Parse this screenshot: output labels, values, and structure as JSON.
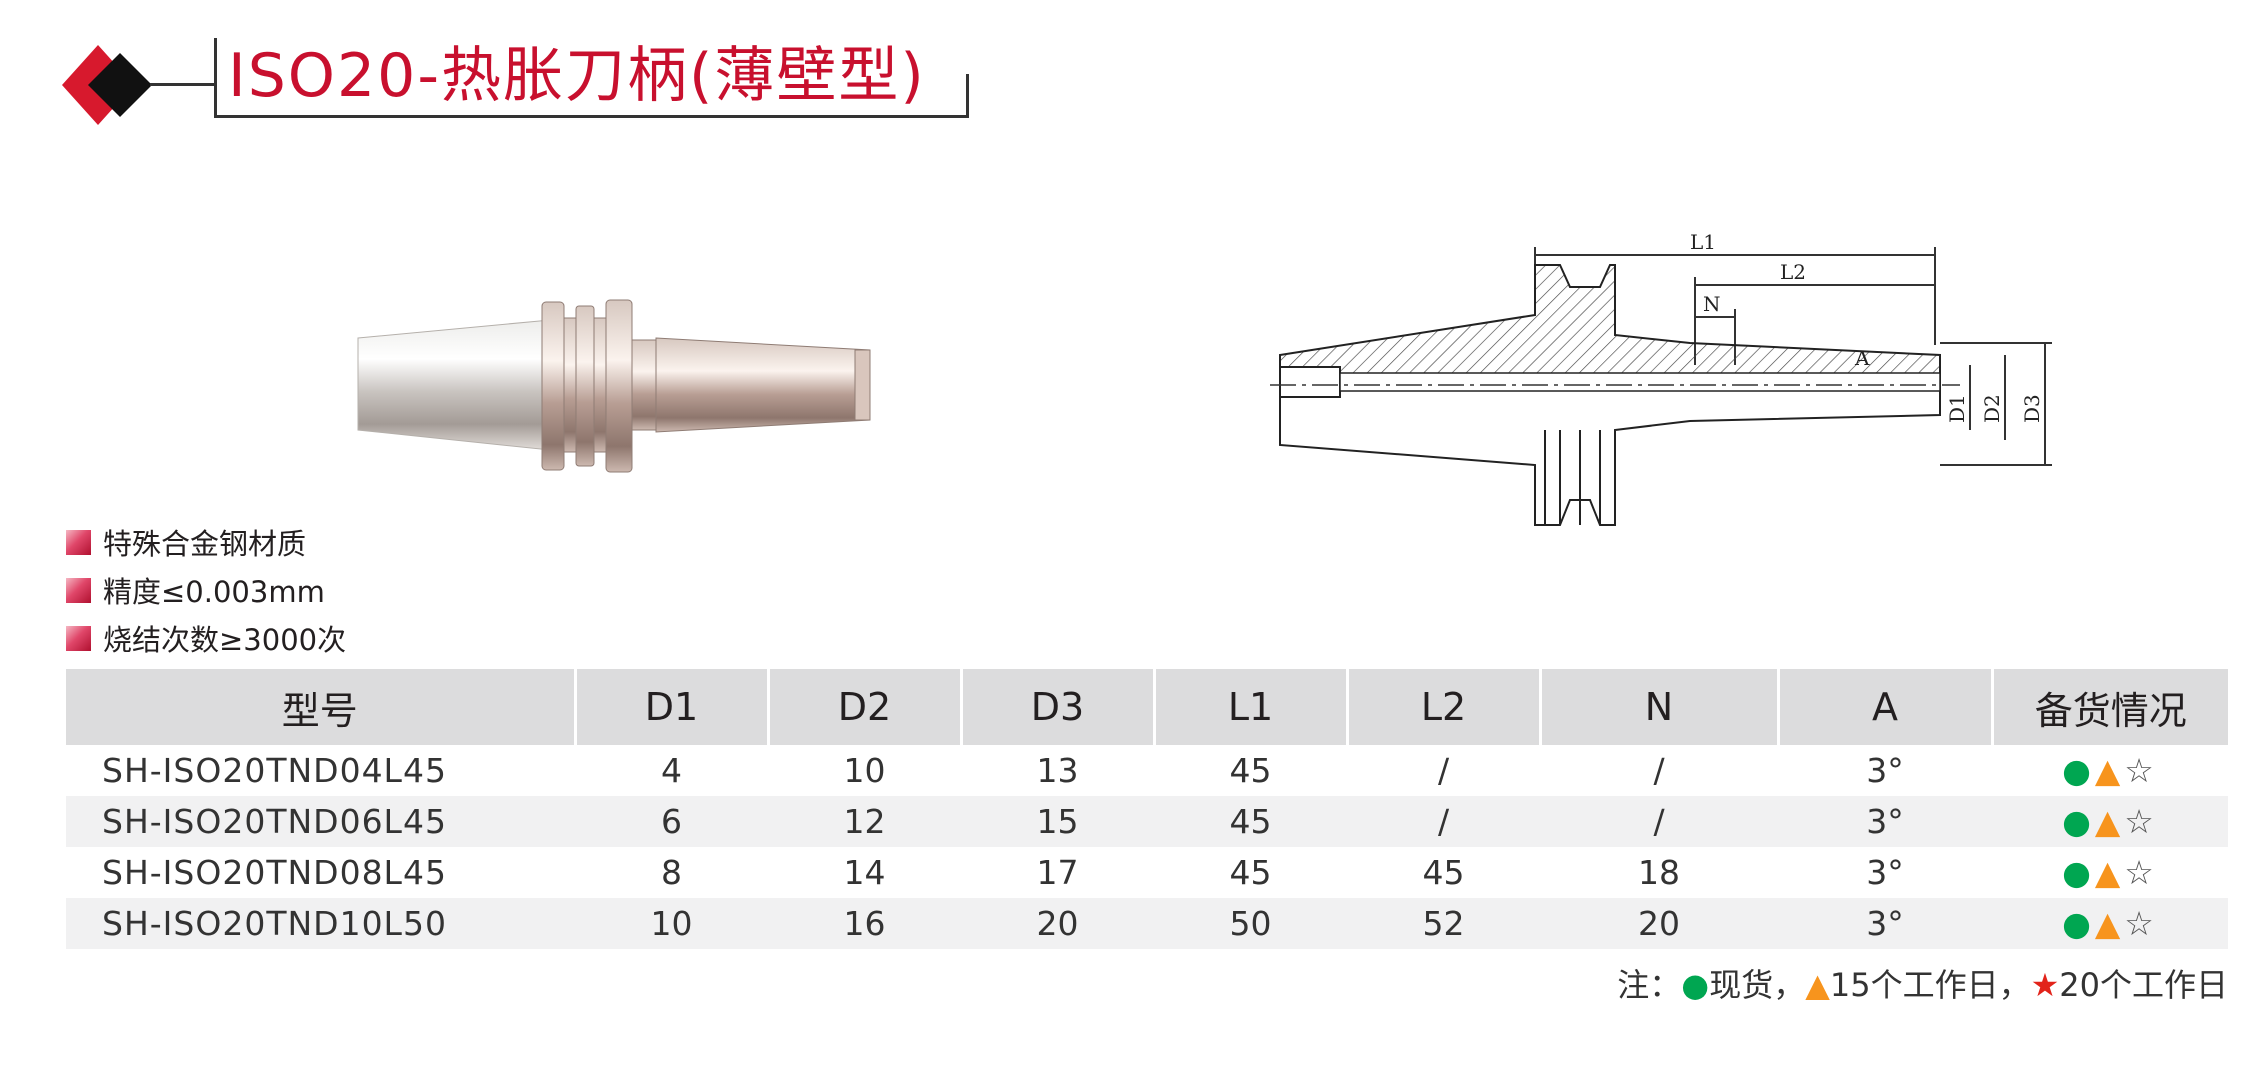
{
  "header": {
    "title": "ISO20-热胀刀柄(薄壁型)"
  },
  "features": [
    "特殊合金钢材质",
    "精度≤0.003mm",
    "烧结次数≥3000次"
  ],
  "drawing_labels": {
    "l1": "L1",
    "l2": "L2",
    "n": "N",
    "a": "A",
    "d1": "D1",
    "d2": "D2",
    "d3": "D3"
  },
  "table": {
    "headers": [
      "型号",
      "D1",
      "D2",
      "D3",
      "L1",
      "L2",
      "N",
      "A",
      "备货情况"
    ],
    "rows": [
      {
        "model": "SH-ISO20TND04L45",
        "d1": "4",
        "d2": "10",
        "d3": "13",
        "l1": "45",
        "l2": "/",
        "n": "/",
        "a": "3°"
      },
      {
        "model": "SH-ISO20TND06L45",
        "d1": "6",
        "d2": "12",
        "d3": "15",
        "l1": "45",
        "l2": "/",
        "n": "/",
        "a": "3°"
      },
      {
        "model": "SH-ISO20TND08L45",
        "d1": "8",
        "d2": "14",
        "d3": "17",
        "l1": "45",
        "l2": "45",
        "n": "18",
        "a": "3°"
      },
      {
        "model": "SH-ISO20TND10L50",
        "d1": "10",
        "d2": "16",
        "d3": "20",
        "l1": "50",
        "l2": "52",
        "n": "20",
        "a": "3°"
      }
    ],
    "stock_symbols": {
      "in_stock": "●",
      "days_15": "▲",
      "days_20": "☆"
    }
  },
  "legend": {
    "prefix": "注：",
    "in_stock_symbol": "●",
    "in_stock_text": "现货，",
    "days15_symbol": "▲",
    "days15_text": "15个工作日，",
    "days20_symbol": "★",
    "days20_text": "20个工作日"
  },
  "colors": {
    "brand_red": "#c8102e",
    "in_stock_green": "#00a651",
    "pending_orange": "#f7941d",
    "order_red": "#e2231a",
    "header_gray": "#dcdcdd",
    "row_alt_gray": "#f1f1f2"
  },
  "icons": [
    "double-diamond-logo-icon",
    "bullet-square-icon",
    "status-dot-icon",
    "status-triangle-icon",
    "status-star-icon"
  ]
}
